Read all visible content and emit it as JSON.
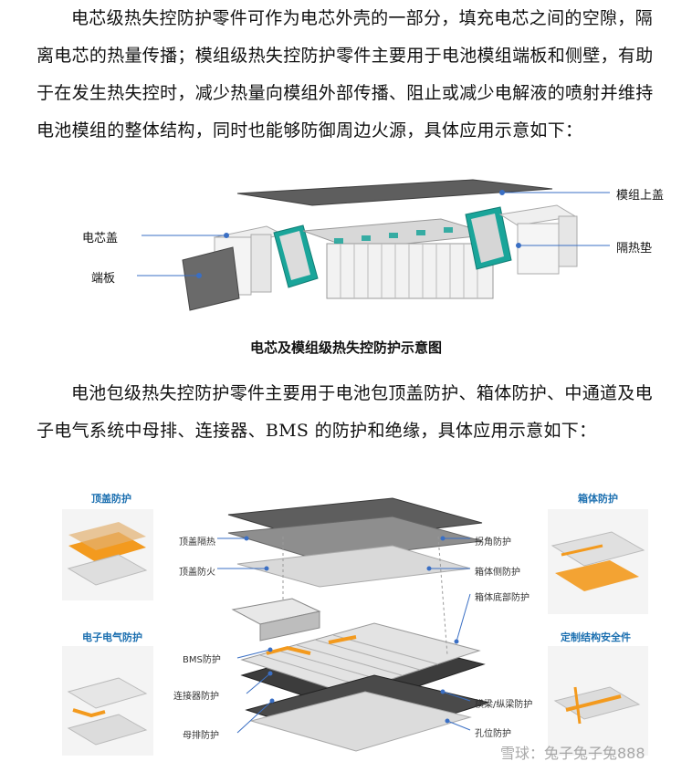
{
  "paragraph1": {
    "lines": [
      "电芯级热失控防护零件可作为电芯外壳的一部分，填充电芯之间的空隙，隔",
      "离电芯的热量传播；模组级热失控防护零件主要用于电池模组端板和侧壁，有助",
      "于在发生热失控时，减少热量向模组外部传播、阻止或减少电解液的喷射并维持",
      "电池模组的整体结构，同时也能够防御周边火源，具体应用示意如下："
    ]
  },
  "figure1": {
    "labels": {
      "top_cover": "模组上盖",
      "cell_cover": "电芯盖",
      "end_plate": "端板",
      "insulation_pad": "隔热垫"
    },
    "caption": "电芯及模组级热失控防护示意图"
  },
  "paragraph2": {
    "lines": [
      "电池包级热失控防护零件主要用于电池包顶盖防护、箱体防护、中通道及电",
      "子电气系统中母排、连接器、BMS 的防护和绝缘，具体应用示意如下："
    ]
  },
  "figure2": {
    "panels": {
      "top_cover_protection": "顶盖防护",
      "box_protection": "箱体防护",
      "electrical_protection": "电子电气防护",
      "custom_structure": "定制结构安全件"
    },
    "left_labels": {
      "top_insulation": "顶盖隔热",
      "top_fireproof": "顶盖防火",
      "bms": "BMS防护",
      "connector": "连接器防护",
      "busbar": "母排防护"
    },
    "right_labels": {
      "corner": "拐角防护",
      "box_side": "箱体侧防护",
      "box_bottom": "箱体底部防护",
      "beam": "横梁/纵梁防护",
      "hole": "孔位防护"
    }
  },
  "watermark": "雪球：兔子兔子兔888",
  "colors": {
    "teal": "#1aa59a",
    "orange": "#f39a1e",
    "blue_label": "#1b6fb0",
    "line": "#3a6fc4"
  }
}
